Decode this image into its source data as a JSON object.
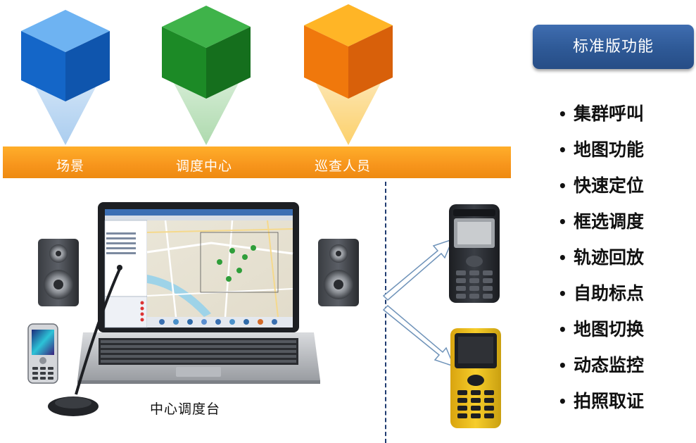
{
  "categories": {
    "scene": "场景",
    "dispatch_center": "调度中心",
    "inspector": "巡查人员"
  },
  "standard_button": "标准版功能",
  "features": [
    "集群呼叫",
    "地图功能",
    "快速定位",
    "框选调度",
    "轨迹回放",
    "自助标点",
    "地图切换",
    "动态监控",
    "拍照取证"
  ],
  "bullet": "•",
  "caption": "中心调度台",
  "colors": {
    "cube_blue": "#1a6fd1",
    "cube_green": "#1f8f2a",
    "cube_orange": "#f2700c",
    "bar": "#f7951c",
    "button": "#2e5996",
    "dashed_line": "#1f3b70",
    "phone_black": "#2a2d33",
    "phone_yellow": "#f0c21c"
  }
}
